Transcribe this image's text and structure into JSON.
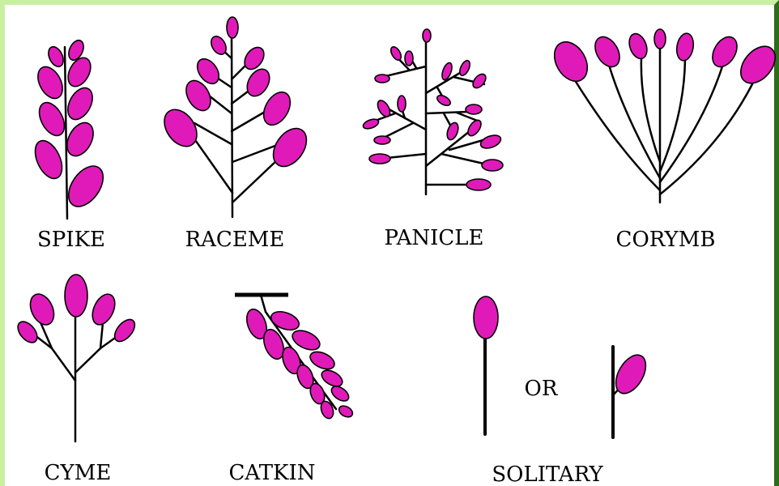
{
  "labels": {
    "spike": "SPIKE",
    "raceme": "RACEME",
    "panicle": "PANICLE",
    "corymb": "CORYMB",
    "cyme": "CYME",
    "catkin": "CATKIN",
    "solitary": "SOLITARY",
    "or": "OR"
  },
  "colors": {
    "flower": "#e01ab8",
    "border_light": "#c8f0a0",
    "border_dark": "#2e6b1c"
  }
}
